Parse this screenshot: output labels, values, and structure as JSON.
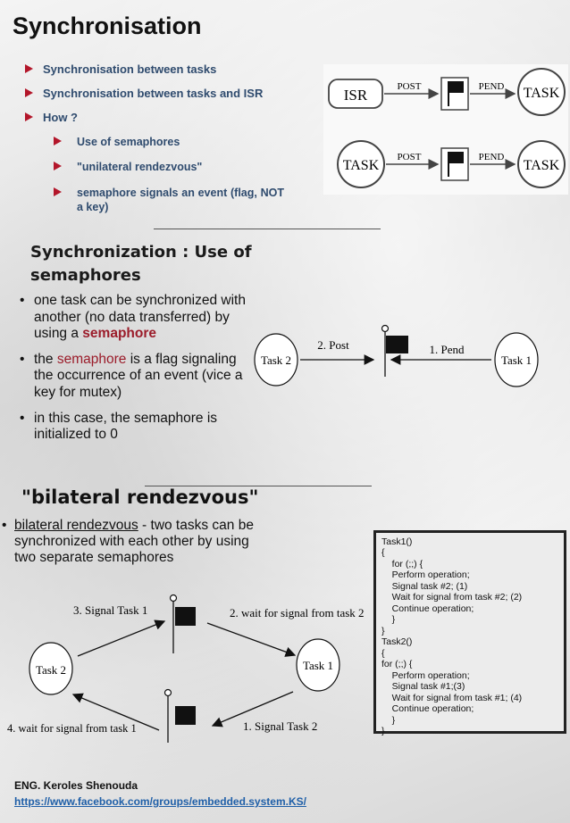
{
  "page": {
    "title": "Synchronisation",
    "bullets": [
      "Synchronisation between tasks",
      "Synchronisation between tasks and ISR",
      "How ?"
    ],
    "sub_bullets": [
      "Use of semaphores",
      "\"unilateral rendezvous\"",
      "semaphore signals an event (flag, NOT a key)"
    ]
  },
  "top_diagram": {
    "row1": {
      "left": "ISR",
      "post": "POST",
      "pend": "PEND",
      "right": "TASK"
    },
    "row2": {
      "left": "TASK",
      "post": "POST",
      "pend": "PEND",
      "right": "TASK"
    }
  },
  "section2": {
    "title": "Synchronization :  Use of semaphores",
    "item1_a": "one task can be synchronized with another (no data transferred) by using a ",
    "item1_b": "semaphore",
    "item2_a": "the ",
    "item2_b": "semaphore",
    "item2_c": " is a flag signaling the occurrence of an event (vice a key for mutex)",
    "item3": "in this case, the semaphore is initialized to 0",
    "diagram": {
      "left": "Task 2",
      "post": "2. Post",
      "pend": "1. Pend",
      "right": "Task 1"
    }
  },
  "section3": {
    "title": "\"bilateral rendezvous\"",
    "text_a": "bilateral rendezvous",
    "text_b": " - two tasks can be synchronized with each other by using two separate semaphores",
    "diagram": {
      "task2": "Task 2",
      "task1": "Task 1",
      "signal_task1": "3. Signal Task 1",
      "wait_task2": "2. wait for signal from task 2",
      "wait_task1": "4. wait for signal from task 1",
      "signal_task2": "1. Signal Task 2"
    },
    "code": "Task1()\n{\n    for (;;) {\n    Perform operation;\n    Signal task #2; (1)\n    Wait for signal from task #2; (2)\n    Continue operation;\n    }\n}\nTask2()\n{\nfor (;;) {\n    Perform operation;\n    Signal task #1;(3)\n    Wait for signal from task #1; (4)\n    Continue operation;\n    }\n}"
  },
  "footer": {
    "author": "ENG. Keroles Shenouda",
    "link": "https://www.facebook.com/groups/embedded.system.KS/"
  }
}
